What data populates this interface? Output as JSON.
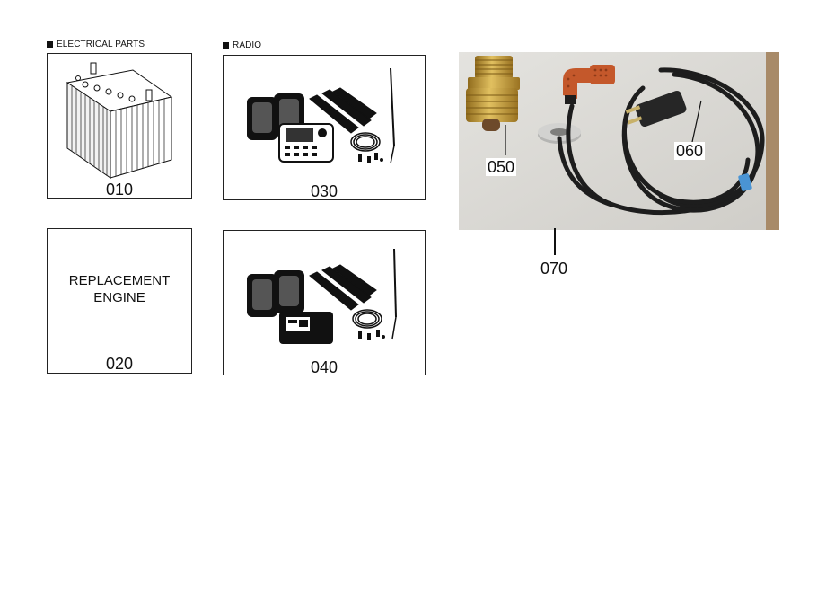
{
  "sections": {
    "electrical": "ELECTRICAL PARTS",
    "radio": "RADIO"
  },
  "parts": {
    "p010": {
      "ref": "010",
      "icon": "battery-icon"
    },
    "p020": {
      "ref": "020",
      "text_line1": "REPLACEMENT",
      "text_line2": "ENGINE"
    },
    "p030": {
      "ref": "030",
      "icon": "radio-kit-icon"
    },
    "p040": {
      "ref": "040",
      "icon": "radio-kit-icon"
    },
    "p050": {
      "ref": "050",
      "icon": "brass-fitting-icon"
    },
    "p060": {
      "ref": "060",
      "icon": "heater-cord-icon"
    },
    "p070": {
      "ref": "070"
    }
  },
  "colors": {
    "brass": "#c9a13a",
    "heater_orange": "#c4582b",
    "cord": "#1d1d1d",
    "photo_bg": "#d9d8d4"
  }
}
